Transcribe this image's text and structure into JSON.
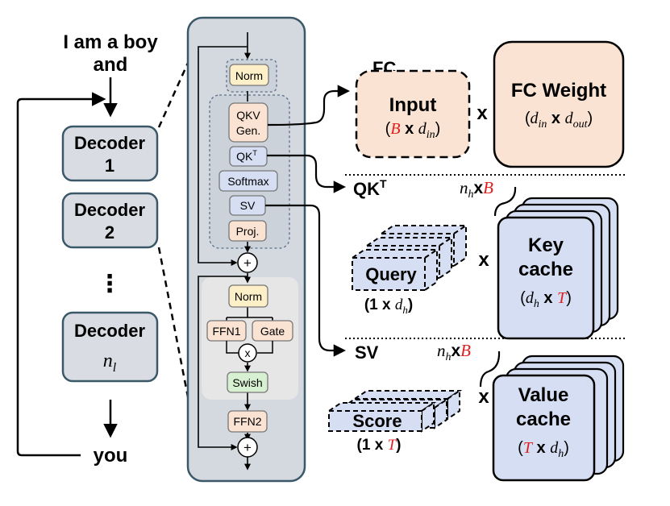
{
  "colors": {
    "decoder_fill": "#d9dde3",
    "panel_fill": "#d4d9df",
    "block_orange": "#fae3d2",
    "block_yellow": "#fdf0c8",
    "block_blue": "#d5def3",
    "block_green": "#d8f0d2",
    "red_accent": "#e02020"
  },
  "left": {
    "prompt_line1": "I am a boy",
    "prompt_line2": "and",
    "decoders": [
      {
        "title": "Decoder",
        "sub": "1"
      },
      {
        "title": "Decoder",
        "sub": "2"
      },
      {
        "title": "Decoder",
        "sub": "n",
        "sub_index": "l"
      }
    ],
    "dots": "⋮",
    "output": "you"
  },
  "block": {
    "norm1": "Norm",
    "qkv_line1": "QKV",
    "qkv_line2": "Gen.",
    "qkt": "QK",
    "qkt_sup": "T",
    "softmax": "Softmax",
    "sv": "SV",
    "proj": "Proj.",
    "plus": "+",
    "norm2": "Norm",
    "ffn1": "FFN1",
    "gate": "Gate",
    "mul": "x",
    "swish": "Swish",
    "ffn2": "FFN2"
  },
  "fc": {
    "title": "FC",
    "input_label": "Input",
    "input_B": "B",
    "input_x": " x ",
    "input_d": "d",
    "input_sub": "in",
    "times": "x",
    "weight_label": "FC Weight",
    "weight_d1": "d",
    "weight_sub1": "in",
    "weight_x": " x ",
    "weight_d2": "d",
    "weight_sub2": "out"
  },
  "qkt": {
    "title": "QK",
    "title_sup": "T",
    "heads_n": "n",
    "heads_sub": "h",
    "heads_x": "x",
    "heads_B": "B",
    "query_label": "Query",
    "query_dim_open": "(1 x ",
    "query_dim_d": "d",
    "query_dim_sub": "h",
    "query_dim_close": ")",
    "times": "x",
    "cache_line1": "Key",
    "cache_line2": "cache",
    "cache_d": "d",
    "cache_sub": "h",
    "cache_x": " x ",
    "cache_T": "T"
  },
  "sv": {
    "title": "SV",
    "heads_n": "n",
    "heads_sub": "h",
    "heads_x": "x",
    "heads_B": "B",
    "score_label": "Score",
    "score_dim_open": "(1 x ",
    "score_dim_T": "T",
    "score_dim_close": ")",
    "times": "x",
    "cache_line1": "Value",
    "cache_line2": "cache",
    "cache_T": "T",
    "cache_x": " x ",
    "cache_d": "d",
    "cache_sub": "h"
  }
}
